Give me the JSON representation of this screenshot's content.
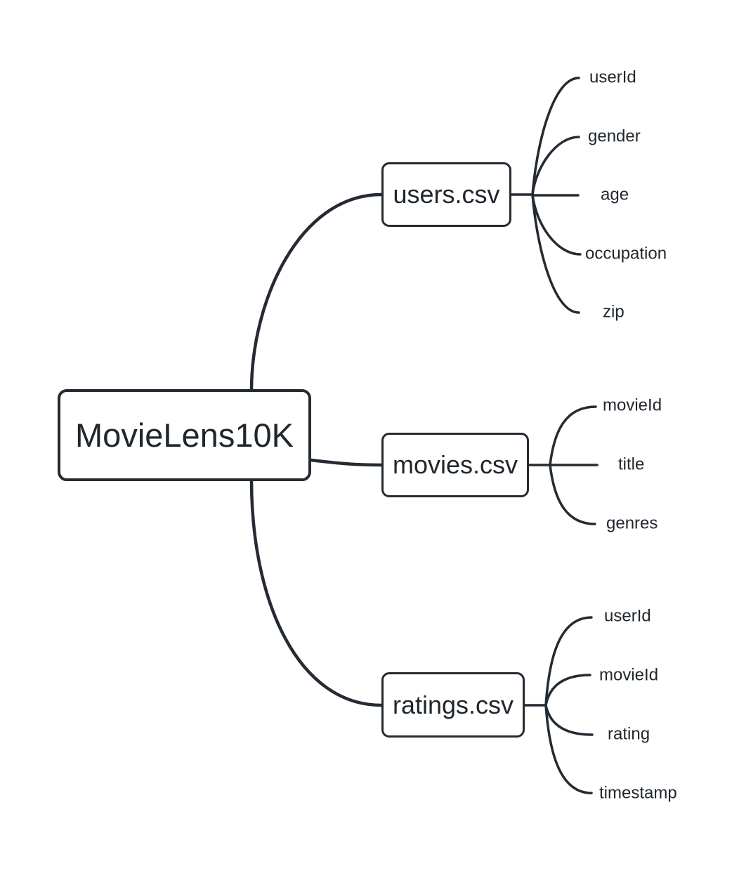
{
  "diagram": {
    "type": "mindmap",
    "root": {
      "label": "MovieLens10K"
    },
    "branches": [
      {
        "label": "users.csv",
        "leaves": [
          "userId",
          "gender",
          "age",
          "occupation",
          "zip"
        ]
      },
      {
        "label": "movies.csv",
        "leaves": [
          "movieId",
          "title",
          "genres"
        ]
      },
      {
        "label": "ratings.csv",
        "leaves": [
          "userId",
          "movieId",
          "rating",
          "timestamp"
        ]
      }
    ],
    "colors": {
      "stroke": "#242b32",
      "text": "#1f262c",
      "background": "#ffffff"
    }
  }
}
